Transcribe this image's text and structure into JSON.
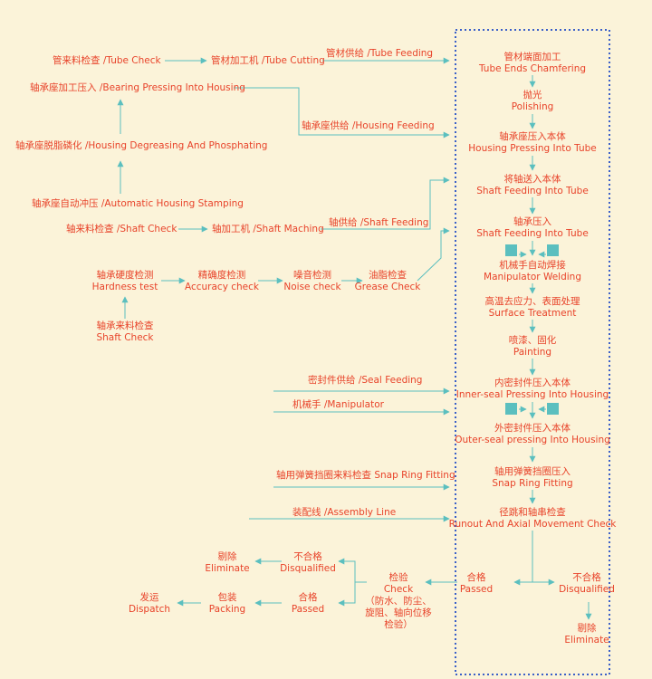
{
  "colors": {
    "background": "#fbf3d9",
    "text": "#e8432a",
    "line": "#5bbfbf",
    "frame": "#3a5fc8"
  },
  "left": {
    "tube_check": "管来料检查 /Tube Check",
    "tube_cutting": "管材加工机 /Tube Cutting",
    "tube_feeding": "管材供给 /Tube Feeding",
    "bearing_pressing": "轴承座加工压入 /Bearing Pressing Into Housing",
    "housing_feeding": "轴承座供给 /Housing Feeding",
    "housing_degreasing": "轴承座脱脂磷化 /Housing Degreasing And Phosphating",
    "housing_stamping": "轴承座自动冲压 /Automatic Housing Stamping",
    "shaft_check": "轴来料检查 /Shaft Check",
    "shaft_maching": "轴加工机 /Shaft Maching",
    "shaft_feeding": "轴供给 /Shaft Feeding",
    "hardness": [
      "轴承硬度检测",
      "Hardness test"
    ],
    "accuracy": [
      "精确度检测",
      "Accuracy check"
    ],
    "noise": [
      "噪音检测",
      "Noise check"
    ],
    "grease": [
      "油脂检查",
      "Grease Check"
    ],
    "bearing_shaft_check": [
      "轴承来料检查",
      "Shaft Check"
    ],
    "seal_feeding": "密封件供给 /Seal Feeding",
    "manipulator": "机械手 /Manipulator",
    "snap_ring_feed": "轴用弹簧挡圈来料检查 Snap Ring Fitting",
    "assembly_line": "装配线 /Assembly Line"
  },
  "main_flow": {
    "chamfering": [
      "管材端面加工",
      "Tube Ends Chamfering"
    ],
    "polishing": [
      "抛光",
      "Polishing"
    ],
    "housing_pressing": [
      "轴承座压入本体",
      "Housing Pressing Into Tube"
    ],
    "shaft_feeding_tube": [
      "将轴送入本体",
      "Shaft Feeding Into Tube"
    ],
    "bearing_pressing_tube": [
      "轴承压入",
      "Shaft Feeding Into Tube"
    ],
    "welding": [
      "机械手自动焊接",
      "Manipulator Welding"
    ],
    "surface": [
      "高温去应力、表面处理",
      "Surface Treatment"
    ],
    "painting": [
      "喷漆、固化",
      "Painting"
    ],
    "inner_seal": [
      "内密封件压入本体",
      "Inner-seal Pressing Into Housing"
    ],
    "outer_seal": [
      "外密封件压入本体",
      "Outer-seal pressing Into Housing"
    ],
    "snap_ring": [
      "轴用弹簧挡圈压入",
      "Snap Ring Fitting"
    ],
    "runout": [
      "径跳和轴串检查",
      "Runout And Axial Movement Check"
    ]
  },
  "bottom": {
    "passed_right": [
      "合格",
      "Passed"
    ],
    "disqualified_right": [
      "不合格",
      "Disqualified"
    ],
    "eliminate_right": [
      "剔除",
      "Eliminate"
    ],
    "check": [
      "检验",
      "Check",
      "（防水、防尘、",
      "旋阻、轴向位移",
      "检验）"
    ],
    "disqualified_left": [
      "不合格",
      "Disqualified"
    ],
    "eliminate_left": [
      "剔除",
      "Eliminate"
    ],
    "passed_left": [
      "合格",
      "Passed"
    ],
    "packing": [
      "包装",
      "Packing"
    ],
    "dispatch": [
      "发运",
      "Dispatch"
    ]
  }
}
